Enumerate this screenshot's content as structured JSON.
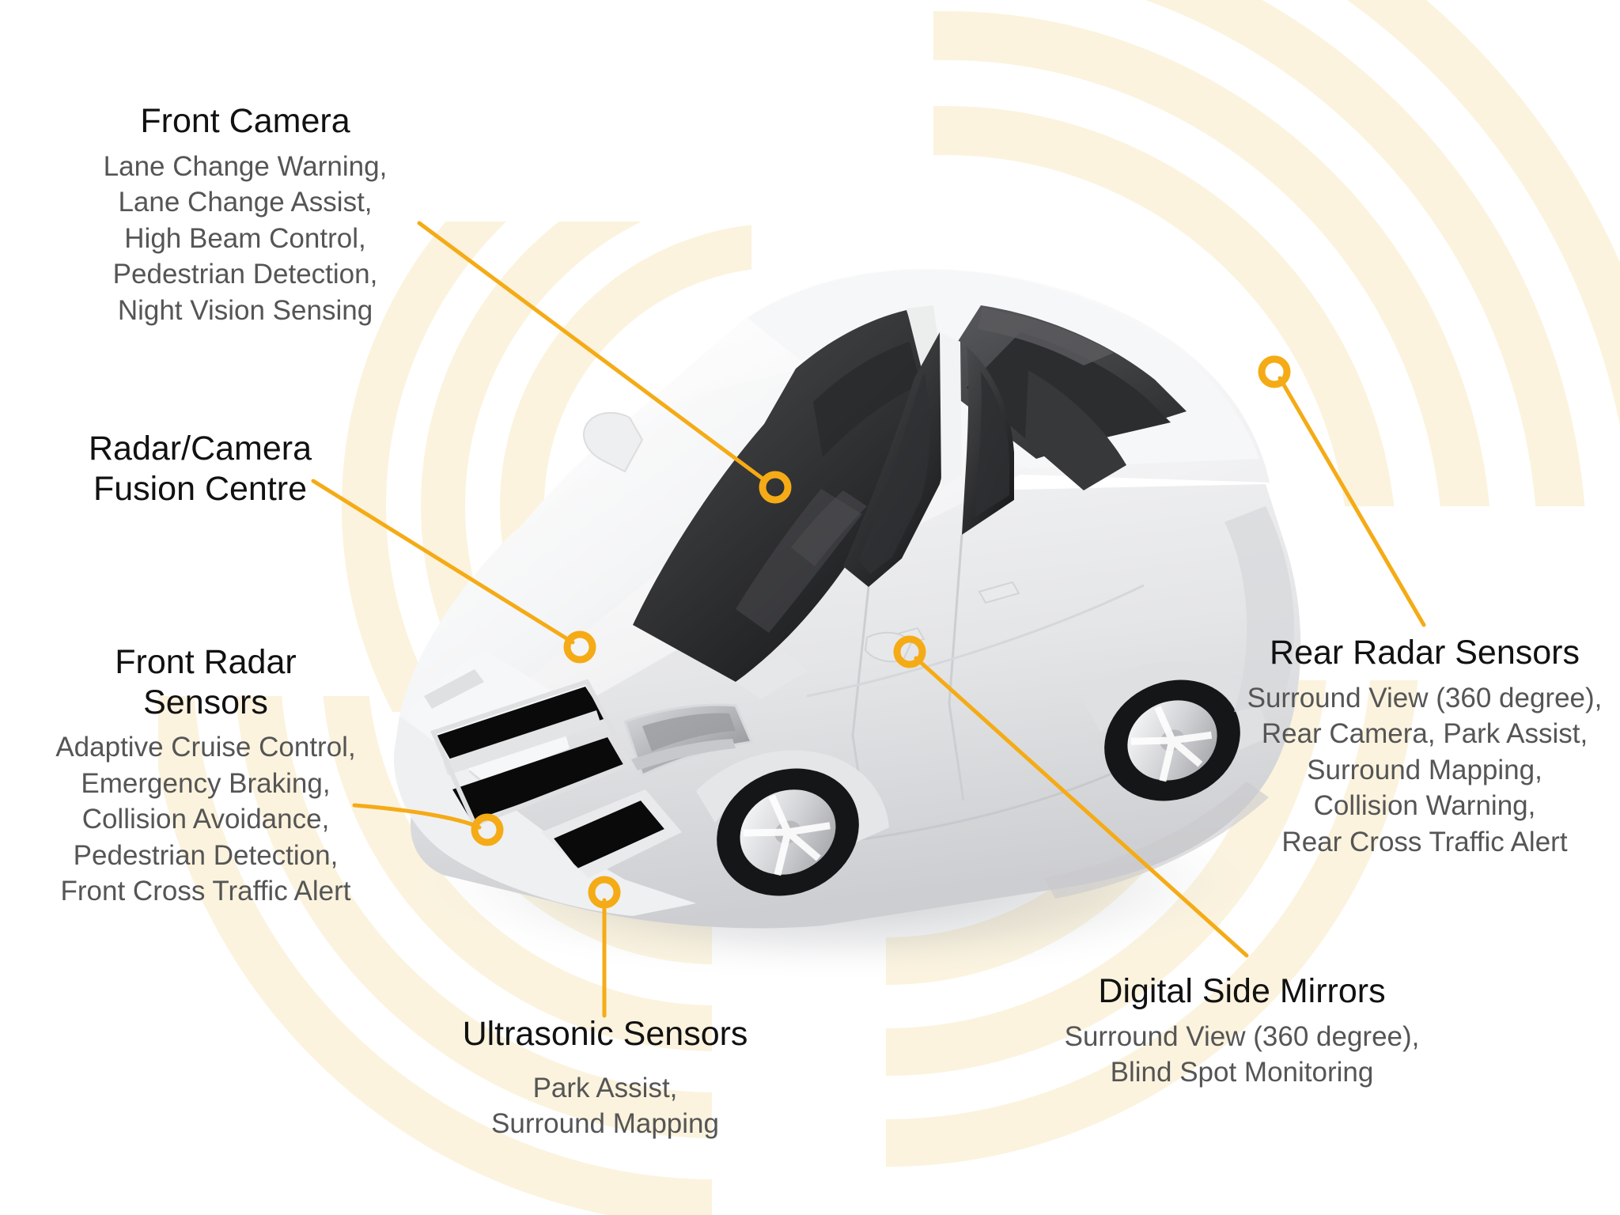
{
  "diagram": {
    "subject": "car-adas-sensor-overview",
    "accent_color": "#F5AB16",
    "marker_color": "#F5AB16",
    "wave_color": "#FBF3DE",
    "title_color": "#111111",
    "body_color": "#555555",
    "background_color": "#FFFFFF"
  },
  "callouts": [
    {
      "id": "front-camera",
      "title": "Front Camera",
      "features": [
        "Lane Change Warning,",
        "Lane Change Assist,",
        "High Beam Control,",
        "Pedestrian Detection,",
        "Night Vision Sensing"
      ]
    },
    {
      "id": "radar-camera-fusion-centre",
      "title_line1": "Radar/Camera",
      "title_line2": "Fusion Centre",
      "features": []
    },
    {
      "id": "front-radar-sensors",
      "title_line1": "Front Radar",
      "title_line2": "Sensors",
      "features": [
        "Adaptive Cruise Control,",
        "Emergency Braking,",
        "Collision Avoidance,",
        "Pedestrian Detection,",
        "Front Cross Traffic Alert"
      ]
    },
    {
      "id": "ultrasonic-sensors",
      "title": "Ultrasonic Sensors",
      "features": [
        "Park Assist,",
        "Surround Mapping"
      ]
    },
    {
      "id": "rear-radar-sensors",
      "title": "Rear Radar Sensors",
      "features": [
        "Surround View (360 degree),",
        "Rear Camera, Park Assist,",
        "Surround Mapping,",
        "Collision Warning,",
        "Rear Cross Traffic Alert"
      ]
    },
    {
      "id": "digital-side-mirrors",
      "title": "Digital Side Mirrors",
      "features": [
        "Surround View (360 degree),",
        "Blind Spot Monitoring"
      ]
    }
  ]
}
